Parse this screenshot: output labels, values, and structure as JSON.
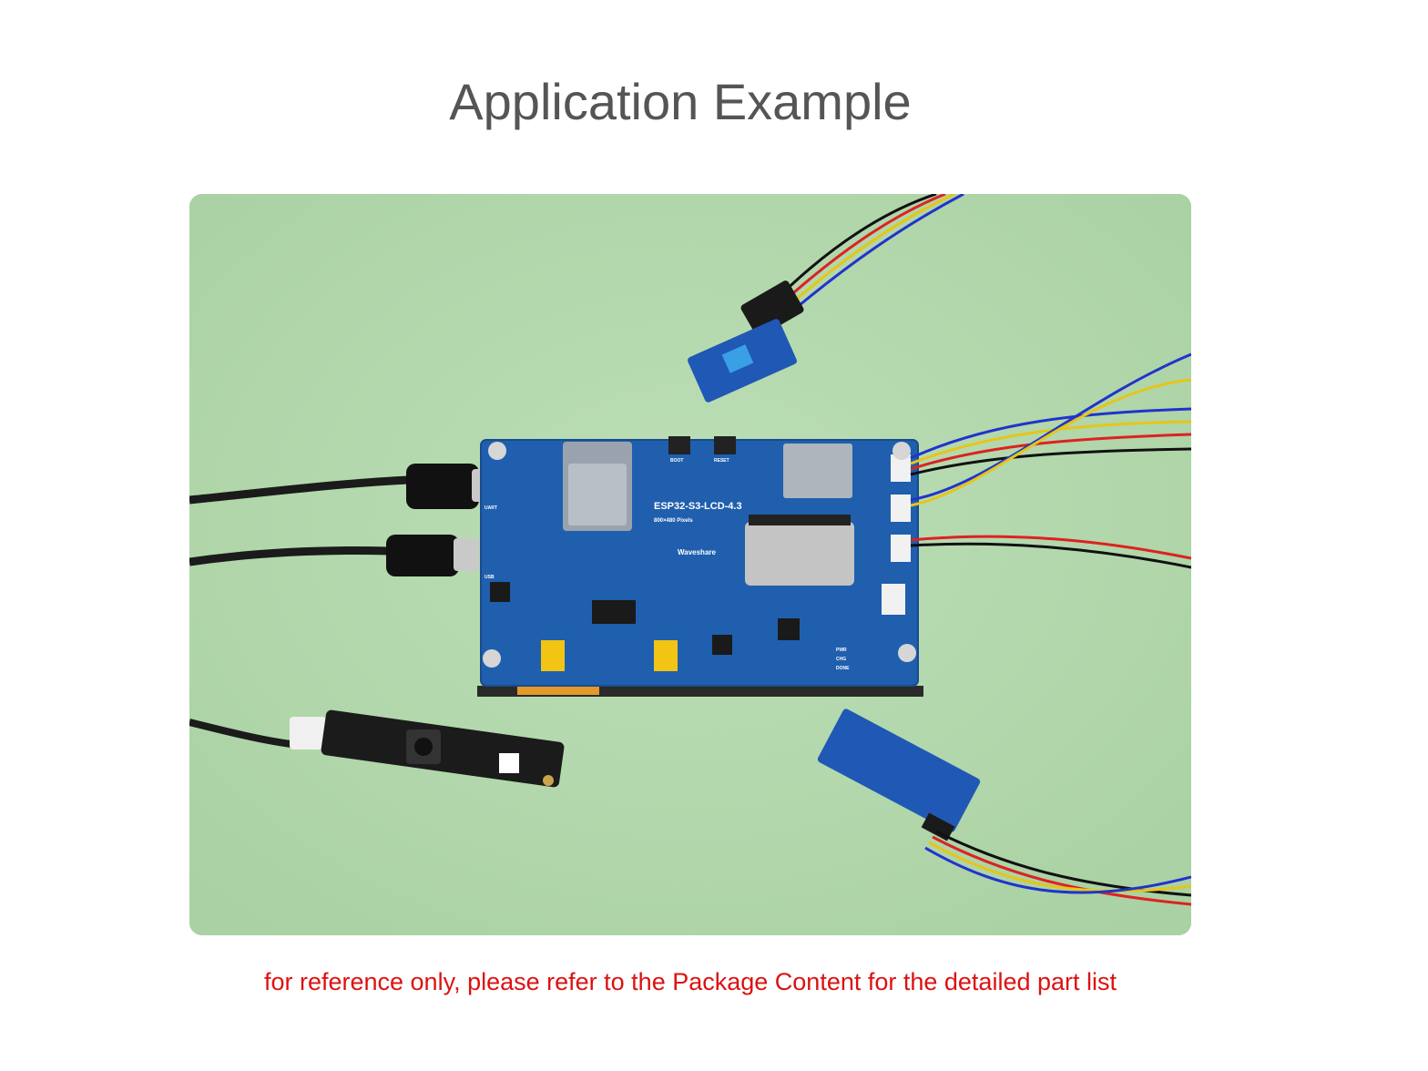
{
  "page": {
    "title": "Application Example",
    "caption": "for reference only, please refer to the Package Content for the detailed part list"
  },
  "photo": {
    "board_label": "ESP32-S3-LCD-4.3",
    "board_sublabel": "800×480 Pixels",
    "brand": "Waveshare",
    "button_boot": "BOOT",
    "button_reset": "RESET",
    "port_uart": "UART",
    "port_usb": "USB",
    "led_pwr": "PWR",
    "led_chg": "CHG",
    "led_done": "DONE"
  },
  "colors": {
    "background": "#b7d9b0",
    "board": "#1f5fae",
    "title": "#555555",
    "caption": "#dd1111"
  }
}
